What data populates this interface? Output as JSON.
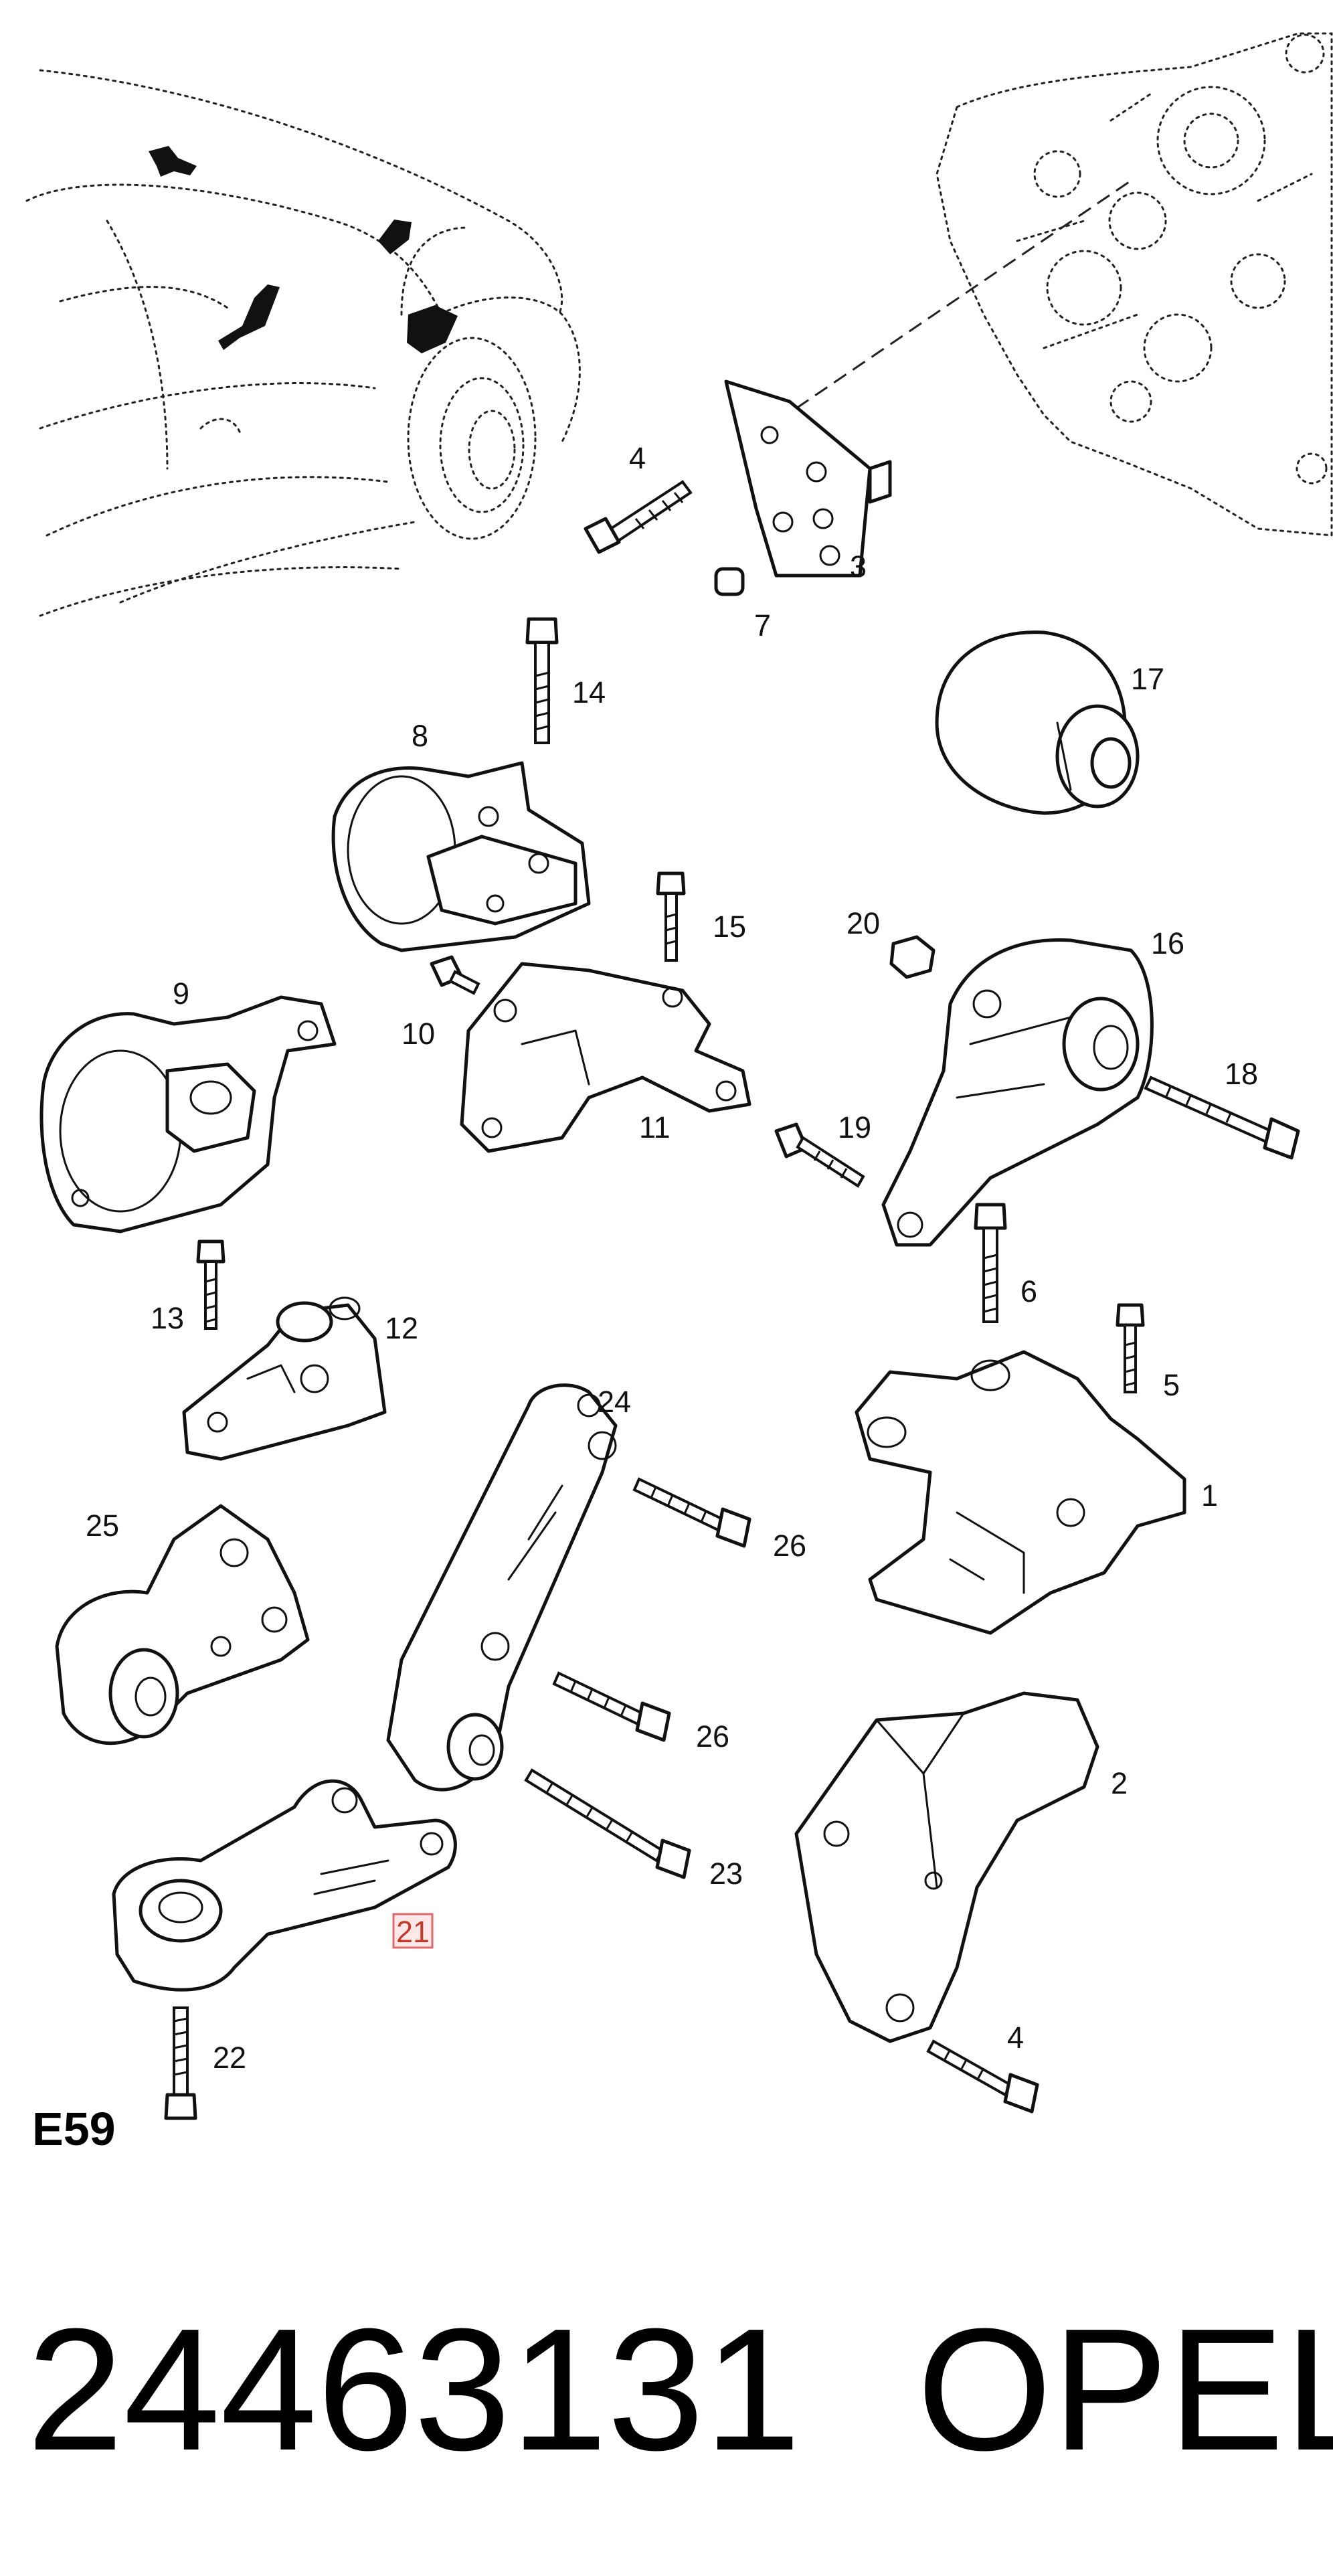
{
  "diagram": {
    "section_code": "E59",
    "part_number": "24463131",
    "brand": "OPEL",
    "highlighted_callout": "21",
    "callouts": [
      {
        "id": "c4a",
        "label": "4"
      },
      {
        "id": "c3",
        "label": "3"
      },
      {
        "id": "c7",
        "label": "7"
      },
      {
        "id": "c14",
        "label": "14"
      },
      {
        "id": "c17",
        "label": "17"
      },
      {
        "id": "c8",
        "label": "8"
      },
      {
        "id": "c15",
        "label": "15"
      },
      {
        "id": "c20",
        "label": "20"
      },
      {
        "id": "c16",
        "label": "16"
      },
      {
        "id": "c9",
        "label": "9"
      },
      {
        "id": "c10",
        "label": "10"
      },
      {
        "id": "c11",
        "label": "11"
      },
      {
        "id": "c18",
        "label": "18"
      },
      {
        "id": "c19",
        "label": "19"
      },
      {
        "id": "c6",
        "label": "6"
      },
      {
        "id": "c13",
        "label": "13"
      },
      {
        "id": "c12",
        "label": "12"
      },
      {
        "id": "c5",
        "label": "5"
      },
      {
        "id": "c24",
        "label": "24"
      },
      {
        "id": "c1",
        "label": "1"
      },
      {
        "id": "c25",
        "label": "25"
      },
      {
        "id": "c26a",
        "label": "26"
      },
      {
        "id": "c26b",
        "label": "26"
      },
      {
        "id": "c2",
        "label": "2"
      },
      {
        "id": "c23",
        "label": "23"
      },
      {
        "id": "c21",
        "label": "21"
      },
      {
        "id": "c22",
        "label": "22"
      },
      {
        "id": "c4b",
        "label": "4"
      }
    ]
  }
}
